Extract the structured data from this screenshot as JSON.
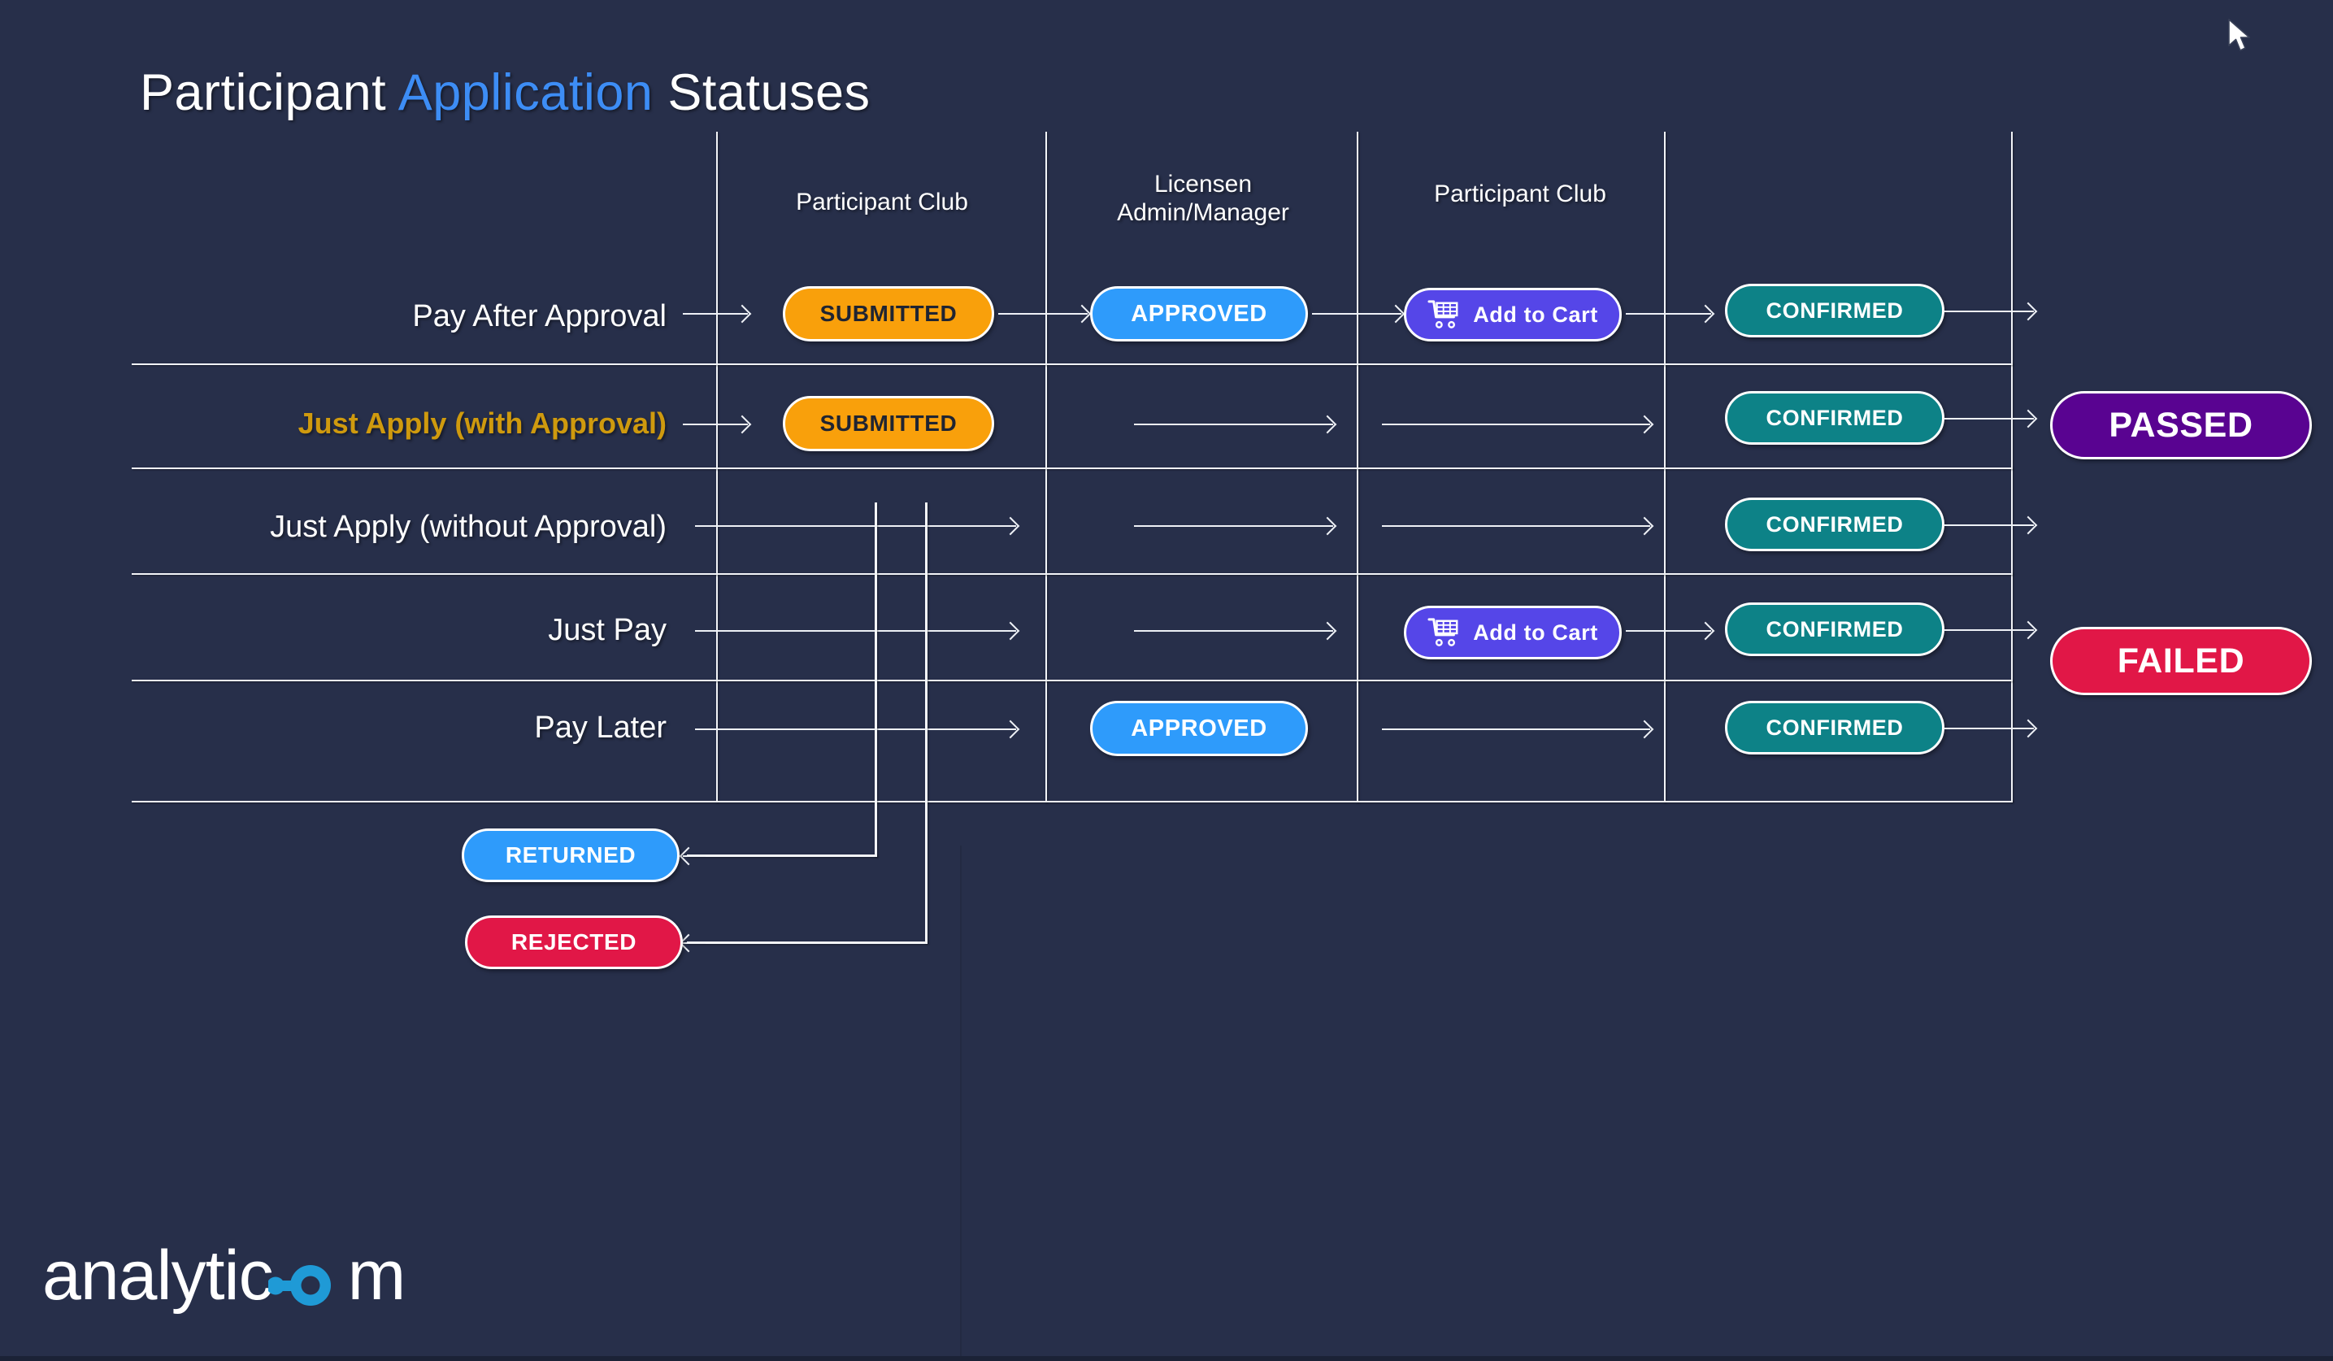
{
  "slide": {
    "title_part1": "Participant ",
    "title_accent": "Application",
    "title_part2": " Statuses",
    "brand": "analyticom",
    "brand_prefix": "analyti",
    "brand_c": "c",
    "brand_o": "o",
    "brand_suffix": "m"
  },
  "colors": {
    "background": "#272f4a",
    "accent_blue": "#3d8df5",
    "gold": "#cf9a0e",
    "submitted": "#f9a00b",
    "approved": "#2e9bfb",
    "confirmed": "#0d8287",
    "cart": "#5546e8",
    "returned": "#2e9bfb",
    "rejected": "#e11747",
    "passed": "#590391",
    "failed": "#e11747",
    "line": "#f2f4f8"
  },
  "columns": [
    {
      "id": "col-participant-club-1",
      "label": "Participant Club"
    },
    {
      "id": "col-licensen-admin",
      "label": "Licensen\nAdmin/Manager",
      "line1": "Licensen",
      "line2": "Admin/Manager"
    },
    {
      "id": "col-participant-club-2",
      "label": "Participant Club"
    }
  ],
  "rows": [
    {
      "id": "pay-after-approval",
      "label": "Pay After Approval",
      "highlight": false
    },
    {
      "id": "just-apply-with-approval",
      "label": "Just Apply (with Approval)",
      "highlight": true
    },
    {
      "id": "just-apply-without-approval",
      "label": "Just Apply (without Approval)",
      "highlight": false
    },
    {
      "id": "just-pay",
      "label": "Just Pay",
      "highlight": false
    },
    {
      "id": "pay-later",
      "label": "Pay Later",
      "highlight": false
    }
  ],
  "statuses": {
    "submitted": "SUBMITTED",
    "approved": "APPROVED",
    "confirmed": "CONFIRMED",
    "add_to_cart": "Add to Cart",
    "returned": "RETURNED",
    "rejected": "REJECTED",
    "passed": "PASSED",
    "failed": "FAILED"
  },
  "matrix": [
    {
      "row": "pay-after-approval",
      "club1": "SUBMITTED",
      "admin": "APPROVED",
      "club2": "Add to Cart",
      "final": "CONFIRMED"
    },
    {
      "row": "just-apply-with-approval",
      "club1": "SUBMITTED",
      "admin": "",
      "club2": "",
      "final": "CONFIRMED"
    },
    {
      "row": "just-apply-without-approval",
      "club1": "",
      "admin": "",
      "club2": "",
      "final": "CONFIRMED"
    },
    {
      "row": "just-pay",
      "club1": "",
      "admin": "",
      "club2": "Add to Cart",
      "final": "CONFIRMED"
    },
    {
      "row": "pay-later",
      "club1": "",
      "admin": "APPROVED",
      "club2": "",
      "final": "CONFIRMED"
    }
  ],
  "outcomes": [
    {
      "id": "outcome-passed",
      "label": "PASSED"
    },
    {
      "id": "outcome-failed",
      "label": "FAILED"
    }
  ],
  "feedback": [
    {
      "id": "feedback-returned",
      "label": "RETURNED"
    },
    {
      "id": "feedback-rejected",
      "label": "REJECTED"
    }
  ]
}
